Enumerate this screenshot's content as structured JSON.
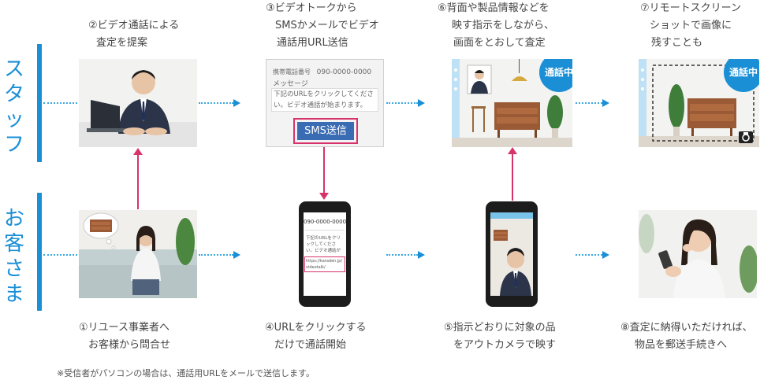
{
  "rows": {
    "staff": "スタッフ",
    "customer": "お客さま"
  },
  "steps": {
    "s2": [
      "②ビデオ通話による",
      "査定を提案"
    ],
    "s3": [
      "③ビデオトークから",
      "SMSかメールでビデオ",
      "通話用URL送信"
    ],
    "s6": [
      "⑥背面や製品情報などを",
      "映す指示をしながら、",
      "画面をとおして査定"
    ],
    "s7": [
      "⑦リモートスクリーン",
      "ショットで画像に",
      "残すことも"
    ],
    "s1": [
      "①リユース事業者へ",
      "お客様から問合せ"
    ],
    "s4": [
      "④URLをクリックする",
      "だけで通話開始"
    ],
    "s5": [
      "⑤指示どおりに対象の品",
      "をアウトカメラで映す"
    ],
    "s8": [
      "⑧査定に納得いただければ、",
      "物品を郵送手続きへ"
    ]
  },
  "sms_panel": {
    "phone_label": "携帯電話番号",
    "phone_number": "090-0000-0000",
    "message_label": "メッセージ",
    "message_body": "下記のURLをクリックしてください。ビデオ通話が始まります。",
    "send_button": "SMS送信"
  },
  "phone_screen": {
    "number": "090-0000-0000",
    "message": "下記のURLをクリックしてください。ビデオ通話が始まります。",
    "url": "https://karaden.jp/videotalk/"
  },
  "badges": {
    "on_call": "通話中"
  },
  "icons": {
    "camera": "camera-icon"
  },
  "footnote": "※受信者がパソコンの場合は、通話用URLをメールで送信します。",
  "colors": {
    "accent": "#1a8fd6",
    "arrow_pink": "#d6336c"
  }
}
